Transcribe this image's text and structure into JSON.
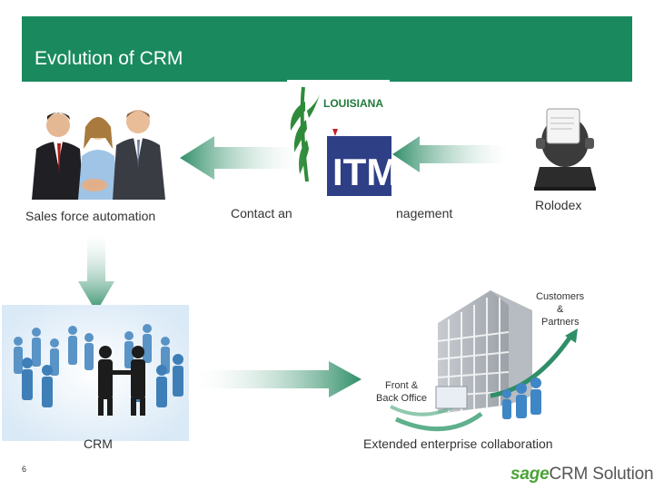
{
  "slide": {
    "title": "Evolution of CRM",
    "page_number": "6",
    "accent_color": "#1a8a5e"
  },
  "stages": {
    "sales_force_automation": "Sales force automation",
    "contact_management_left": "Contact an",
    "contact_management_right": "nagement",
    "rolodex": "Rolodex",
    "crm": "CRM",
    "extended_collaboration": "Extended enterprise collaboration"
  },
  "logo_overlay": {
    "louisiana": "LOUISIANA",
    "itm": "ITM"
  },
  "diagram_labels": {
    "customers": "Customers",
    "ampersand": "&",
    "partners": "Partners",
    "front": "Front &",
    "back_office": "Back Office"
  },
  "footer": {
    "brand_sage": "sage",
    "brand_rest": "CRM Solutions"
  },
  "icons": [
    "people-handshake-photo",
    "rolodex-icon",
    "crowd-handshake-illustration",
    "building-collaboration-illustration",
    "arrow-left-icon",
    "arrow-down-icon",
    "arrow-right-icon"
  ]
}
